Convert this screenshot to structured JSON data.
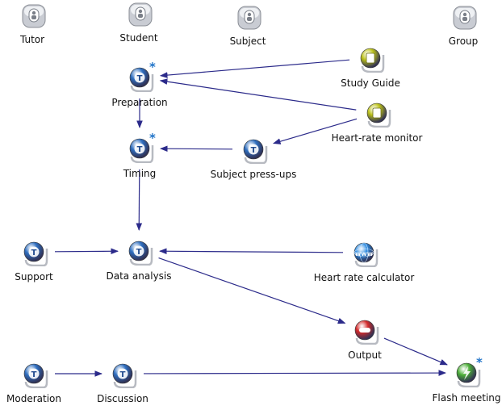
{
  "palette": {
    "tool": "#2f6fc0",
    "resource": "#bcc21a",
    "output": "#d42a2a",
    "web": "#2a8ae0",
    "meeting": "#4cae38",
    "role": "#8d96a8",
    "edge": "#2b2a8a",
    "star": "#1f73c8"
  },
  "nodes": {
    "tutor": {
      "label": "Tutor",
      "icon": "role-icon",
      "color": "#8d96a8"
    },
    "student": {
      "label": "Student",
      "icon": "role-icon",
      "color": "#8d96a8"
    },
    "subject": {
      "label": "Subject",
      "icon": "role-icon",
      "color": "#8d96a8"
    },
    "group": {
      "label": "Group",
      "icon": "group-icon",
      "color": "#8d96a8"
    },
    "study": {
      "label": "Study Guide",
      "icon": "document-icon",
      "color": "#bcc21a"
    },
    "prep": {
      "label": "Preparation",
      "icon": "tool-icon",
      "color": "#2f6fc0",
      "star": "*"
    },
    "hrm": {
      "label": "Heart-rate monitor",
      "icon": "document-icon",
      "color": "#bcc21a"
    },
    "timing": {
      "label": "Timing",
      "icon": "tool-icon",
      "color": "#2f6fc0",
      "star": "*"
    },
    "pressups": {
      "label": "Subject press-ups",
      "icon": "tool-icon",
      "color": "#2f6fc0"
    },
    "support": {
      "label": "Support",
      "icon": "tool-icon",
      "color": "#2f6fc0"
    },
    "data": {
      "label": "Data analysis",
      "icon": "tool-icon",
      "color": "#2f6fc0"
    },
    "hrcalc": {
      "label": "Heart rate calculator",
      "icon": "globe-www-icon",
      "color": "#2a8ae0"
    },
    "output": {
      "label": "Output",
      "icon": "no-entry-icon",
      "color": "#d42a2a"
    },
    "moderation": {
      "label": "Moderation",
      "icon": "tool-icon",
      "color": "#2f6fc0"
    },
    "discussion": {
      "label": "Discussion",
      "icon": "tool-icon",
      "color": "#2f6fc0"
    },
    "flash": {
      "label": "Flash meeting",
      "icon": "flash-icon",
      "color": "#4cae38",
      "star": "*"
    }
  },
  "edges": [
    {
      "from": "study",
      "to": "prep"
    },
    {
      "from": "hrm",
      "to": "prep"
    },
    {
      "from": "hrm",
      "to": "pressups"
    },
    {
      "from": "prep",
      "to": "timing"
    },
    {
      "from": "pressups",
      "to": "timing"
    },
    {
      "from": "timing",
      "to": "data"
    },
    {
      "from": "support",
      "to": "data"
    },
    {
      "from": "hrcalc",
      "to": "data"
    },
    {
      "from": "data",
      "to": "output"
    },
    {
      "from": "output",
      "to": "flash"
    },
    {
      "from": "moderation",
      "to": "discussion"
    },
    {
      "from": "discussion",
      "to": "flash"
    }
  ]
}
